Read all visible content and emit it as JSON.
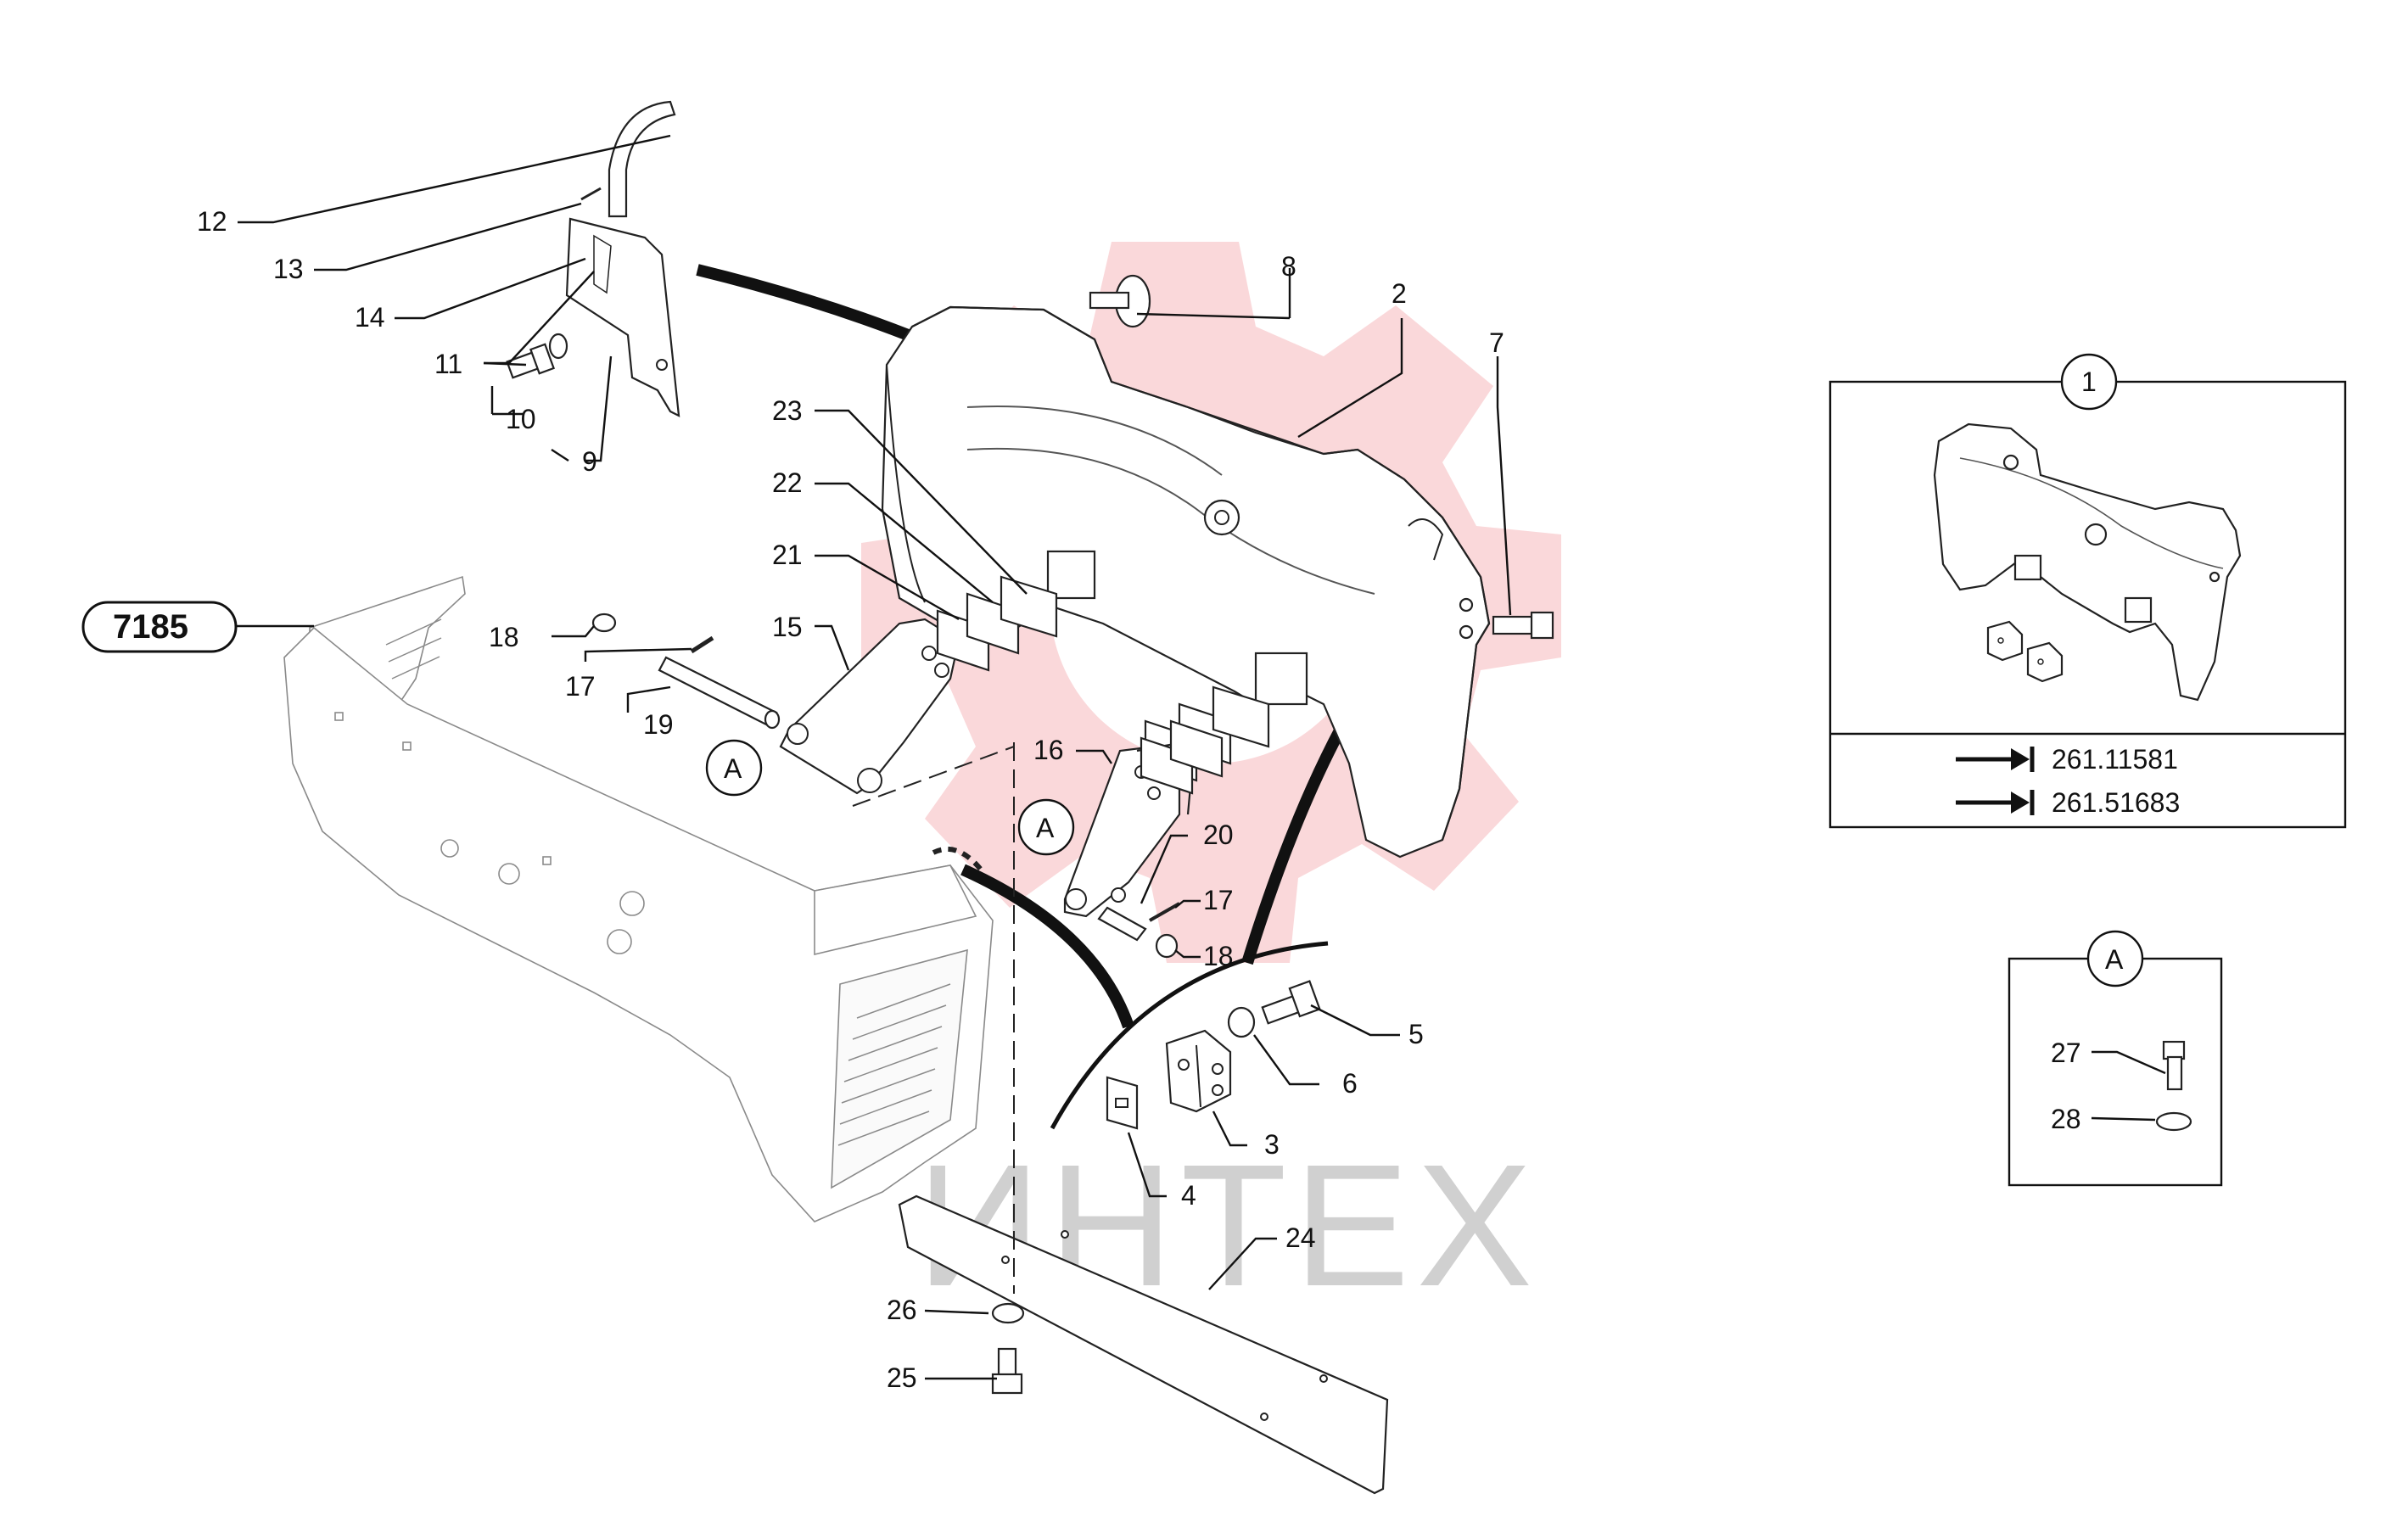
{
  "diagram": {
    "model_code": "7185",
    "watermark": {
      "text": "ИНТЕХ",
      "gear_color": "#f6b8bb",
      "text_color": "#cccccc"
    },
    "callouts": {
      "c1": "1",
      "c2": "2",
      "c3": "3",
      "c4": "4",
      "c5": "5",
      "c6": "6",
      "c7": "7",
      "c8": "8",
      "c9": "9",
      "c10": "10",
      "c11": "11",
      "c12": "12",
      "c13": "13",
      "c14": "14",
      "c15": "15",
      "c16": "16",
      "c17a": "17",
      "c17b": "17",
      "c18a": "18",
      "c18b": "18",
      "c19": "19",
      "c20": "20",
      "c21": "21",
      "c22": "22",
      "c23": "23",
      "c24": "24",
      "c25": "25",
      "c26": "26",
      "c27": "27",
      "c28": "28"
    },
    "detail_marker": "A",
    "kit_box": {
      "label": "1",
      "references": [
        "261.11581",
        "261.51683"
      ]
    },
    "detail_box": {
      "label": "A"
    }
  }
}
